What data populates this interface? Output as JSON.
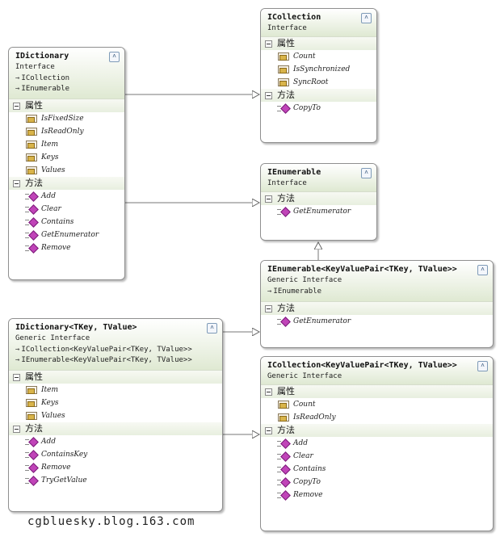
{
  "boxes": {
    "idictionary": {
      "title": "IDictionary",
      "subtitle": "Interface",
      "inherits": [
        "ICollection",
        "IEnumerable"
      ],
      "properties_label": "属性",
      "properties": [
        "IsFixedSize",
        "IsReadOnly",
        "Item",
        "Keys",
        "Values"
      ],
      "methods_label": "方法",
      "methods": [
        "Add",
        "Clear",
        "Contains",
        "GetEnumerator",
        "Remove"
      ]
    },
    "icollection": {
      "title": "ICollection",
      "subtitle": "Interface",
      "properties_label": "属性",
      "properties": [
        "Count",
        "IsSynchronized",
        "SyncRoot"
      ],
      "methods_label": "方法",
      "methods": [
        "CopyTo"
      ]
    },
    "ienumerable": {
      "title": "IEnumerable",
      "subtitle": "Interface",
      "methods_label": "方法",
      "methods": [
        "GetEnumerator"
      ]
    },
    "ienumerable_generic": {
      "title": "IEnumerable<KeyValuePair<TKey, TValue>>",
      "subtitle": "Generic Interface",
      "inherits": [
        "IEnumerable"
      ],
      "methods_label": "方法",
      "methods": [
        "GetEnumerator"
      ]
    },
    "idictionary_generic": {
      "title": "IDictionary<TKey, TValue>",
      "subtitle": "Generic Interface",
      "inherits": [
        "ICollection<KeyValuePair<TKey,  TValue>>",
        "IEnumerable<KeyValuePair<TKey,  TValue>>"
      ],
      "properties_label": "属性",
      "properties": [
        "Item",
        "Keys",
        "Values"
      ],
      "methods_label": "方法",
      "methods": [
        "Add",
        "ContainsKey",
        "Remove",
        "TryGetValue"
      ]
    },
    "icollection_generic": {
      "title": "ICollection<KeyValuePair<TKey, TValue>>",
      "subtitle": "Generic Interface",
      "properties_label": "属性",
      "properties": [
        "Count",
        "IsReadOnly"
      ],
      "methods_label": "方法",
      "methods": [
        "Add",
        "Clear",
        "Contains",
        "CopyTo",
        "Remove"
      ]
    }
  },
  "icons": {
    "collapse": "double-chevron-up-icon",
    "property": "property-icon",
    "method": "method-icon",
    "inherit": "arrow-right-icon"
  },
  "colors": {
    "header_gradient_end": "#dfe9d2",
    "border": "#8f8f8f",
    "method_icon": "#c044b8",
    "property_icon": "#d9b44a"
  },
  "footer": {
    "watermark": "cgbluesky.blog.163.com"
  }
}
